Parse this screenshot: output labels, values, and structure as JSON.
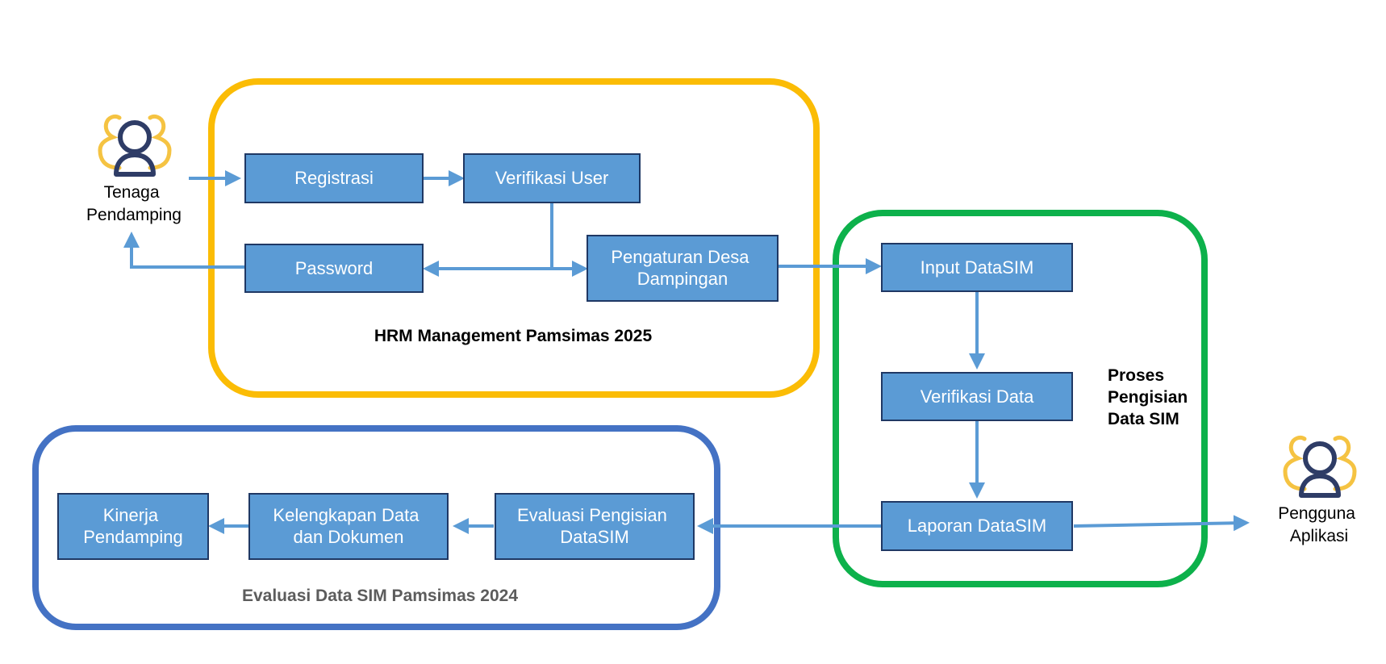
{
  "groups": {
    "hrm": {
      "title": "HRM Management Pamsimas 2025",
      "color": "#fbbc05"
    },
    "proses": {
      "title_lines": [
        "Proses",
        "Pengisian",
        "Data SIM"
      ],
      "color": "#0db14b"
    },
    "evaluasi": {
      "title": "Evaluasi Data SIM Pamsimas 2024",
      "color": "#4472c4"
    }
  },
  "actors": {
    "tenaga": {
      "lines": [
        "Tenaga",
        "Pendamping"
      ],
      "icon": "users-icon"
    },
    "pengguna": {
      "lines": [
        "Pengguna",
        "Aplikasi"
      ],
      "icon": "users-icon"
    }
  },
  "boxes": {
    "registrasi": {
      "lines": [
        "Registrasi"
      ]
    },
    "verifikasi_user": {
      "lines": [
        "Verifikasi User"
      ]
    },
    "password": {
      "lines": [
        "Password"
      ]
    },
    "pengaturan": {
      "lines": [
        "Pengaturan Desa",
        "Dampingan"
      ]
    },
    "input_datasim": {
      "lines": [
        "Input DataSIM"
      ]
    },
    "verifikasi_data": {
      "lines": [
        "Verifikasi Data"
      ]
    },
    "laporan": {
      "lines": [
        "Laporan DataSIM"
      ]
    },
    "evaluasi_pengisian": {
      "lines": [
        "Evaluasi Pengisian",
        "DataSIM"
      ]
    },
    "kelengkapan": {
      "lines": [
        "Kelengkapan Data",
        "dan Dokumen"
      ]
    },
    "kinerja": {
      "lines": [
        "Kinerja",
        "Pendamping"
      ]
    }
  },
  "colors": {
    "box_fill": "#5b9bd5",
    "box_border": "#1f3864",
    "arrow": "#5b9bd5",
    "icon_dark": "#2e3c66",
    "icon_gold": "#f5c342"
  }
}
